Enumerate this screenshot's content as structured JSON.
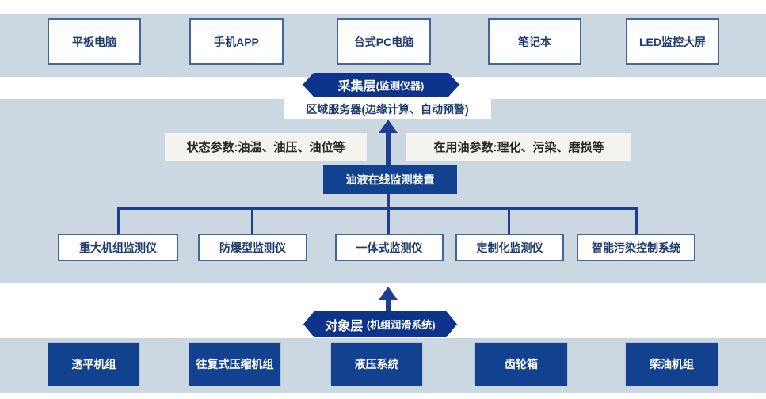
{
  "top_band": {
    "devices": [
      "平板电脑",
      "手机APP",
      "台式PC电脑",
      "笔记本",
      "LED监控大屏"
    ]
  },
  "collection_layer": {
    "title": "采集层",
    "subtitle": "(监测仪器)"
  },
  "server_box": {
    "label": "区域服务器(边缘计算、自动预警)"
  },
  "parameters": {
    "status": "状态参数:油温、油压、油位等",
    "oil": "在用油参数:理化、污染、磨损等"
  },
  "monitor_device": {
    "label": "油液在线监测装置"
  },
  "monitors": [
    "重大机组监测仪",
    "防爆型监测仪",
    "一体式监测仪",
    "定制化监测仪",
    "智能污染控制系统"
  ],
  "object_layer": {
    "title": "对象层",
    "subtitle": "(机组润滑系统)"
  },
  "equipment": [
    "透平机组",
    "往复式压缩机组",
    "液压系统",
    "齿轮箱",
    "柴油机组"
  ],
  "colors": {
    "band_background": "#ccd8e1",
    "navy_fill": "#12418f",
    "banner_fill": "#0d338a",
    "box_border": "#41659f",
    "connector": "#1c3f90",
    "label_background": "#f4f3ef",
    "navy_text": "#1d3a6d"
  }
}
